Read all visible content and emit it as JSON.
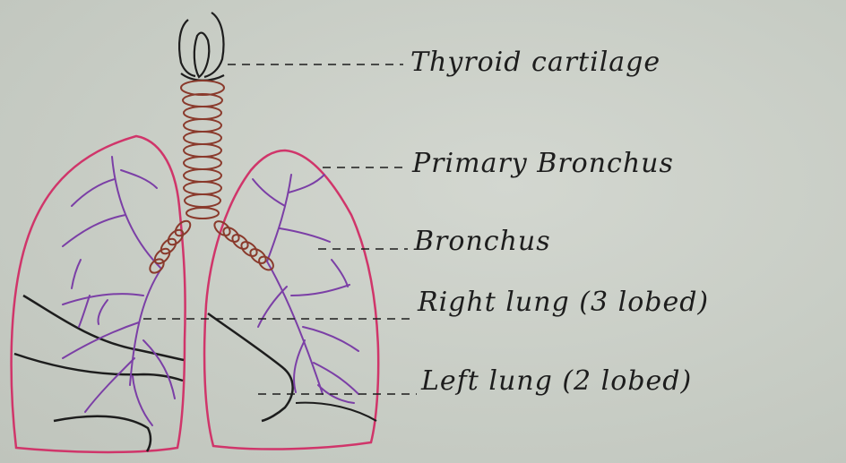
{
  "labels": {
    "thyroid_cartilage": "Thyroid cartilage",
    "primary_bronchus": "Primary Bronchus",
    "bronchus": "Bronchus",
    "right_lung": "Right lung (3 lobed)",
    "left_lung": "Left lung (2 lobed)"
  },
  "colors": {
    "paper": "#c9cec7",
    "ink": "#1d1d1d",
    "lung_outline": "#d0356a",
    "trachea": "#8a3a2c",
    "bronchioles": "#7b3fa6"
  }
}
